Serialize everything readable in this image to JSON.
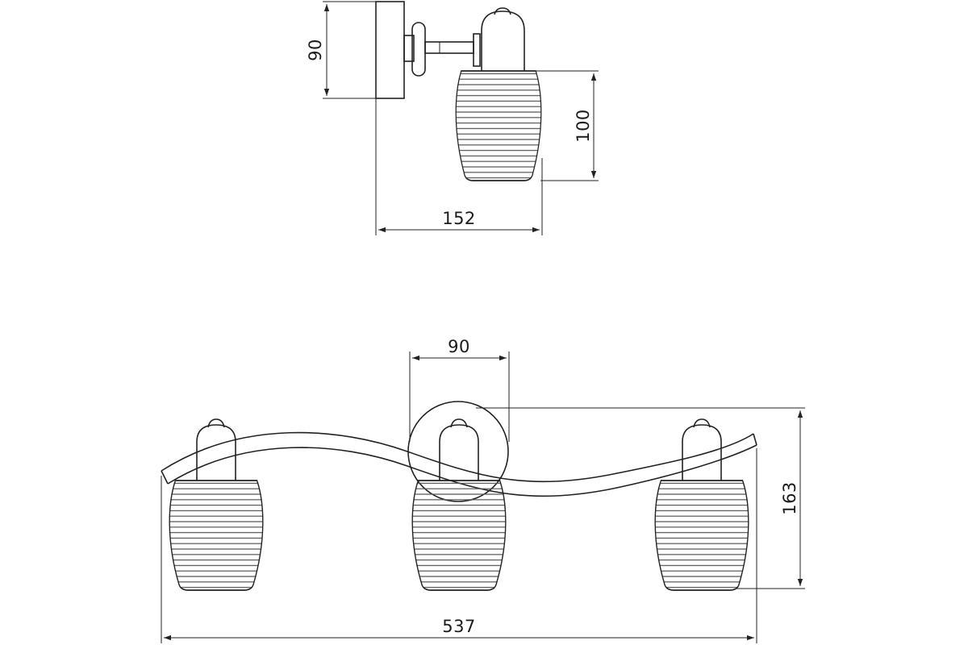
{
  "side_view": {
    "dimensions": {
      "height": "90",
      "shade_height": "100",
      "depth": "152"
    }
  },
  "front_view": {
    "dimensions": {
      "base_width": "90",
      "height": "163",
      "total_width": "537"
    }
  },
  "colors": {
    "line": "#222222",
    "background": "#ffffff"
  }
}
